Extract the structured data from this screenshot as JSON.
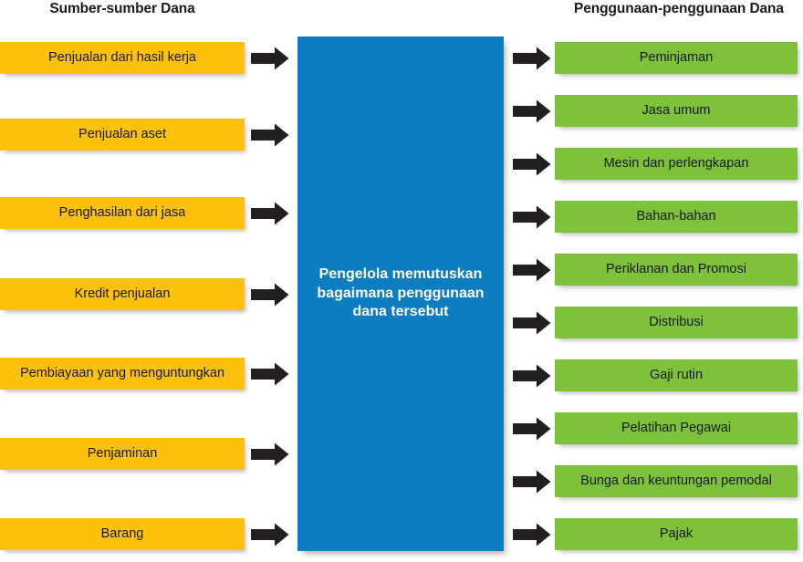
{
  "diagram": {
    "title_left": "Sumber-sumber Dana",
    "title_right": "Penggunaan-penggunaan Dana",
    "center_label": "Pengelola memutuskan\nbagaimana penggunaan\ndana tersebut",
    "colors": {
      "source_box": "#fcc20b",
      "use_box": "#7dc33a",
      "center_box": "#0d7dc1",
      "arrow": "#231f20",
      "text": "#171717",
      "center_text": "#ffffff",
      "background": "#ffffff"
    },
    "arrow_icon_name": "block-arrow-right-icon",
    "sources": [
      {
        "label": "Penjualan dari hasil kerja"
      },
      {
        "label": "Penjualan aset"
      },
      {
        "label": "Penghasilan dari jasa"
      },
      {
        "label": "Kredit penjualan"
      },
      {
        "label": "Pembiayaan yang menguntungkan"
      },
      {
        "label": "Penjaminan"
      },
      {
        "label": "Barang"
      }
    ],
    "uses": [
      {
        "label": "Peminjaman"
      },
      {
        "label": "Jasa umum"
      },
      {
        "label": "Mesin dan perlengkapan"
      },
      {
        "label": "Bahan-bahan"
      },
      {
        "label": "Periklanan dan Promosi"
      },
      {
        "label": "Distribusi"
      },
      {
        "label": "Gaji rutin"
      },
      {
        "label": "Pelatihan Pegawai"
      },
      {
        "label": "Bunga dan keuntungan pemodal"
      },
      {
        "label": "Pajak"
      }
    ]
  },
  "layout": {
    "source_tops": [
      46,
      130,
      216,
      305,
      392,
      480,
      568
    ],
    "use_tops": [
      46,
      104,
      162,
      220,
      278,
      336,
      394,
      452,
      510,
      568
    ]
  }
}
